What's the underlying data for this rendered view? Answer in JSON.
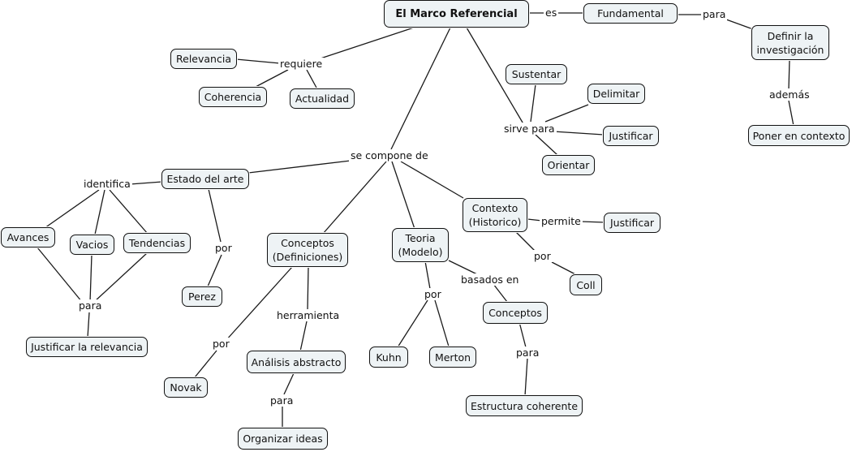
{
  "title": "El Marco Referencial",
  "colors": {
    "node_fill": "#eef3f5",
    "node_border": "#111111",
    "line": "#1a1a1a",
    "background": "#ffffff"
  },
  "nodes": {
    "root": "El Marco Referencial",
    "fundamental": "Fundamental",
    "definir": "Definir la\ninvestigación",
    "poner_contexto": "Poner en contexto",
    "relevancia": "Relevancia",
    "coherencia": "Coherencia",
    "actualidad": "Actualidad",
    "sustentar": "Sustentar",
    "delimitar": "Delimitar",
    "justificar1": "Justificar",
    "orientar": "Orientar",
    "estado_arte": "Estado del arte",
    "avances": "Avances",
    "vacios": "Vacios",
    "tendencias": "Tendencias",
    "justificar_relevancia": "Justificar la relevancia",
    "perez": "Perez",
    "conceptos_def": "Conceptos\n(Definiciones)",
    "novak": "Novak",
    "analisis": "Análisis abstracto",
    "organizar": "Organizar ideas",
    "teoria": "Teoria\n(Modelo)",
    "kuhn": "Kuhn",
    "merton": "Merton",
    "conceptos2": "Conceptos",
    "estructura": "Estructura coherente",
    "contexto": "Contexto\n(Historico)",
    "justificar2": "Justificar",
    "coll": "Coll"
  },
  "links": {
    "es": "es",
    "para_top": "para",
    "ademas": "además",
    "requiere": "requiere",
    "sirve_para": "sirve para",
    "se_compone_de": "se compone de",
    "identifica": "identifica",
    "para_left": "para",
    "por_perez": "por",
    "por_novak": "por",
    "herramienta": "herramienta",
    "para_organizar": "para",
    "por_teoria": "por",
    "basados_en": "basados en",
    "para_estructura": "para",
    "permite": "permite",
    "por_coll": "por"
  }
}
